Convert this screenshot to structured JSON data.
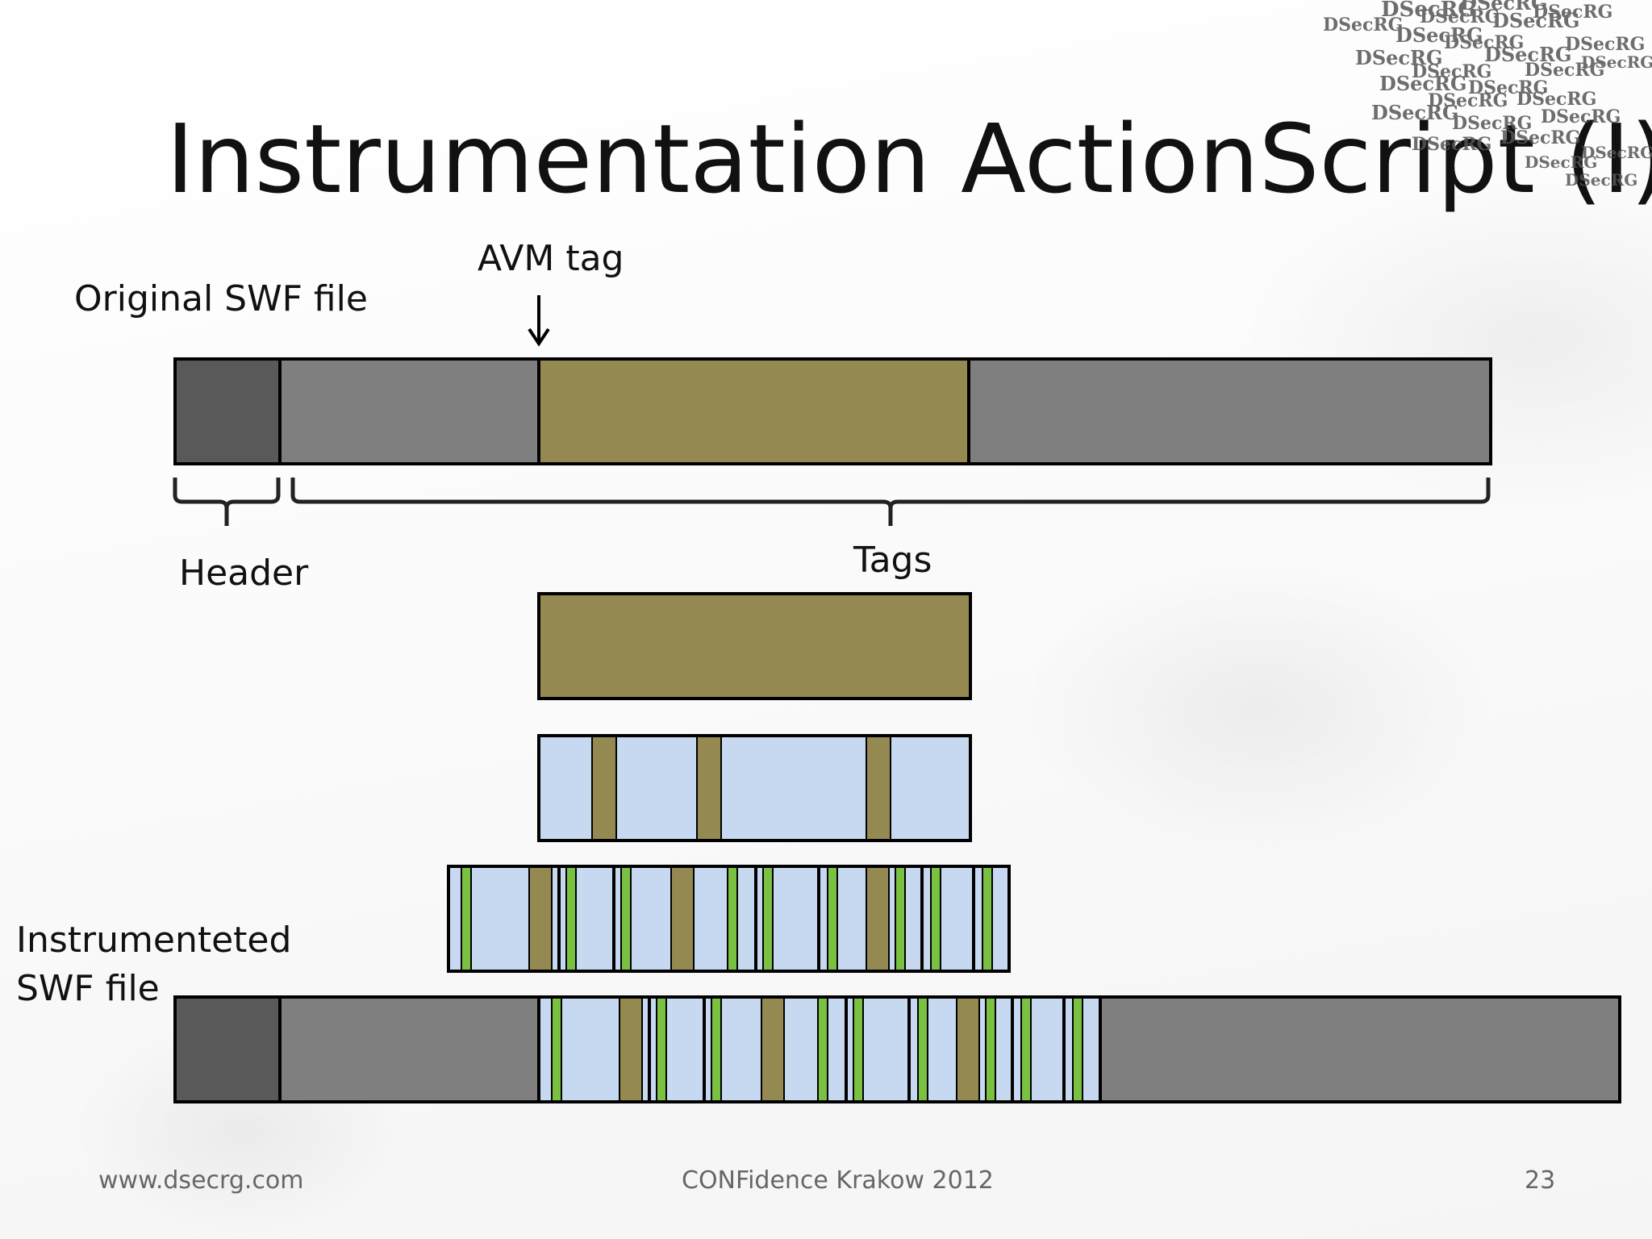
{
  "slide": {
    "title": "Instrumentation ActionScript  (I)",
    "labels": {
      "original_swf": "Original SWF file",
      "avm_tag": "AVM tag",
      "header": "Header",
      "tags": "Tags",
      "instrumented_line1": "Instrumenteted",
      "instrumented_line2": "SWF file"
    },
    "footer": {
      "website": "www.dsecrg.com",
      "event": "CONFidence Krakow 2012",
      "page_number": "23"
    },
    "logo_text": "DSecRG"
  },
  "colors": {
    "header_block": "#595959",
    "tag_gray": "#7f7f7f",
    "avm_olive": "#958952",
    "code_blue": "#c6d9f1",
    "instrument_green": "#7ac142",
    "outline": "#000000",
    "watermark_gray": "#555555"
  }
}
